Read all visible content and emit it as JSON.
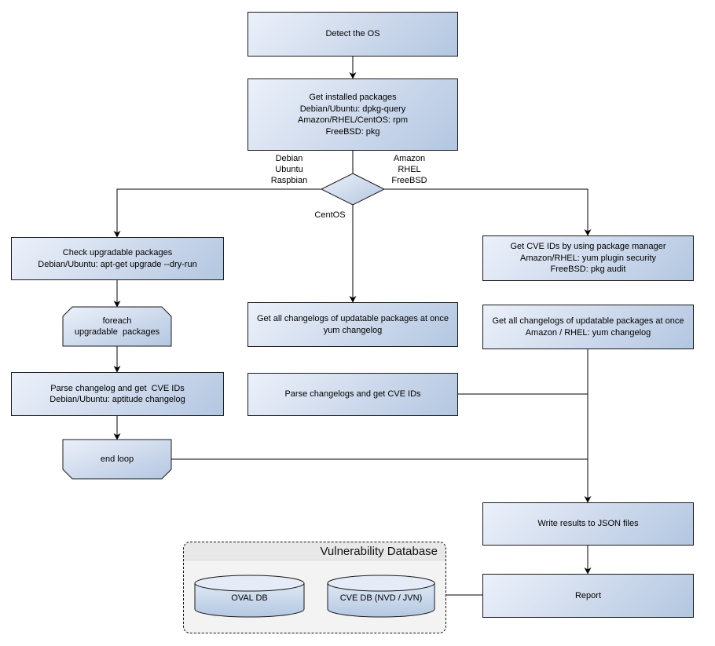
{
  "diagram": {
    "nodes": {
      "detect_os": "Detect the OS",
      "get_installed_packages": "Get installed packages\nDebian/Ubuntu: dpkg-query\nAmazon/RHEL/CentOS: rpm\nFreeBSD: pkg",
      "check_upgradable_packages": "Check upgradable packages\nDebian/Ubuntu: apt-get upgrade --dry-run",
      "foreach_upgradable_packages": "foreach\nupgradable  packages",
      "parse_changelog_left": "Parse changelog and get  CVE IDs\nDebian/Ubuntu: aptitude changelog",
      "end_loop": "end loop",
      "get_changelogs_centos": "Get all changelogs of updatable packages at once\nyum changelog",
      "parse_changelogs_centos": "Parse changelogs and get CVE IDs",
      "get_cve_ids_package_manager": "Get CVE IDs by using package manager\nAmazon/RHEL: yum plugin security\nFreeBSD: pkg audit",
      "get_changelogs_amazon_rhel": "Get all changelogs of updatable packages at once\nAmazon / RHEL: yum changelog",
      "write_results": "Write results to JSON files",
      "report": "Report"
    },
    "branch_labels": {
      "left": "Debian\nUbuntu\nRaspbian",
      "right": "Amazon\nRHEL\nFreeBSD",
      "bottom": "CentOS"
    },
    "database": {
      "title": "Vulnerability Database",
      "cylinders": [
        "OVAL DB",
        "CVE DB (NVD / JVN)"
      ]
    },
    "colors": {
      "node_gradient_start": "#ecf1fa",
      "node_gradient_end": "#b3c7e1",
      "node_border": "#1a1a1a",
      "connector": "#000000",
      "container_body": "#f3f3f3",
      "container_header": "#e8e8e8"
    }
  }
}
